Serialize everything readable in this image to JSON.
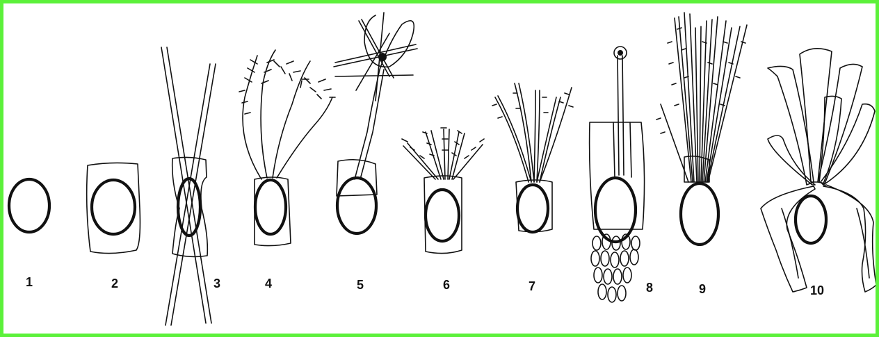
{
  "frame": {
    "border_color": "#5cf13a",
    "ink_color": "#111111"
  },
  "figures": [
    {
      "label": "1"
    },
    {
      "label": "2"
    },
    {
      "label": "3"
    },
    {
      "label": "4"
    },
    {
      "label": "5"
    },
    {
      "label": "6"
    },
    {
      "label": "7"
    },
    {
      "label": "8"
    },
    {
      "label": "9"
    },
    {
      "label": "10"
    }
  ]
}
